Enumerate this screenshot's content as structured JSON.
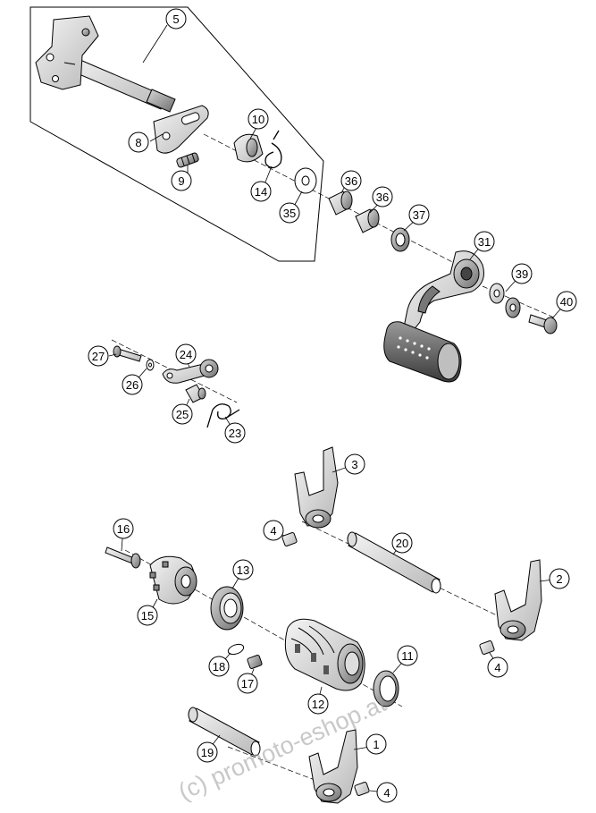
{
  "diagram": {
    "callouts": [
      {
        "id": "c5",
        "label": "5"
      },
      {
        "id": "c8",
        "label": "8"
      },
      {
        "id": "c9",
        "label": "9"
      },
      {
        "id": "c10",
        "label": "10"
      },
      {
        "id": "c14",
        "label": "14"
      },
      {
        "id": "c35",
        "label": "35"
      },
      {
        "id": "c36a",
        "label": "36"
      },
      {
        "id": "c36b",
        "label": "36"
      },
      {
        "id": "c37",
        "label": "37"
      },
      {
        "id": "c31",
        "label": "31"
      },
      {
        "id": "c39",
        "label": "39"
      },
      {
        "id": "c40",
        "label": "40"
      },
      {
        "id": "c27",
        "label": "27"
      },
      {
        "id": "c24",
        "label": "24"
      },
      {
        "id": "c26",
        "label": "26"
      },
      {
        "id": "c25",
        "label": "25"
      },
      {
        "id": "c23",
        "label": "23"
      },
      {
        "id": "c3",
        "label": "3"
      },
      {
        "id": "c4a",
        "label": "4"
      },
      {
        "id": "c20",
        "label": "20"
      },
      {
        "id": "c2",
        "label": "2"
      },
      {
        "id": "c4b",
        "label": "4"
      },
      {
        "id": "c16",
        "label": "16"
      },
      {
        "id": "c13",
        "label": "13"
      },
      {
        "id": "c15",
        "label": "15"
      },
      {
        "id": "c11",
        "label": "11"
      },
      {
        "id": "c18",
        "label": "18"
      },
      {
        "id": "c17",
        "label": "17"
      },
      {
        "id": "c12",
        "label": "12"
      },
      {
        "id": "c19",
        "label": "19"
      },
      {
        "id": "c1",
        "label": "1"
      },
      {
        "id": "c4c",
        "label": "4"
      }
    ],
    "watermark": "(c) promoto-eshop.at"
  }
}
